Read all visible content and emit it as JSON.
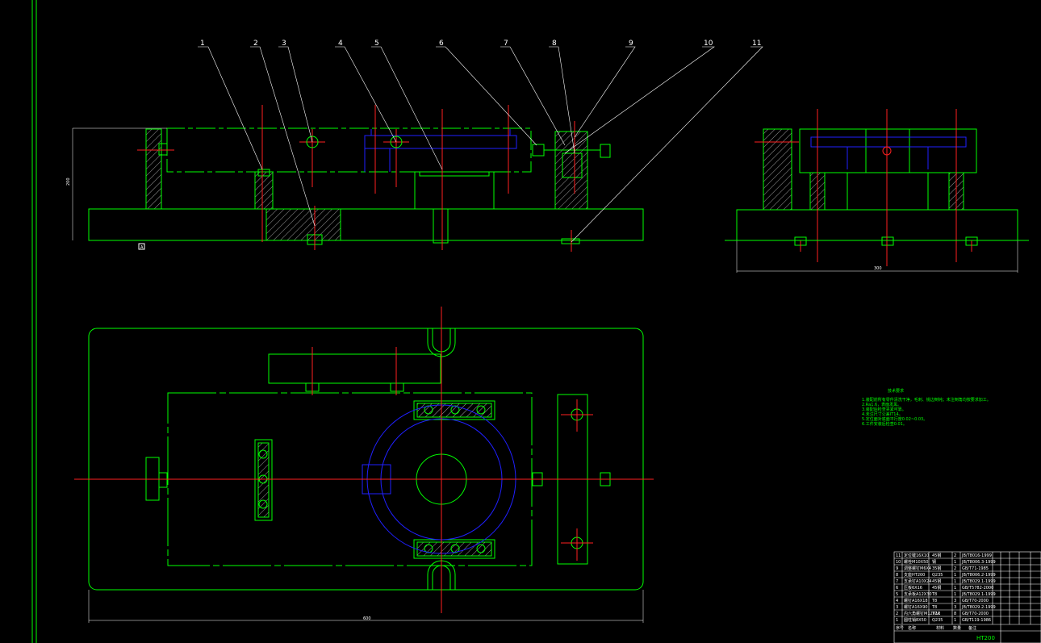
{
  "colors": {
    "background": "#000000",
    "outline": "#00ff00",
    "centerline": "#ff2020",
    "hidden_part": "#2020ff",
    "leader": "#ffffff",
    "note": "#00ff00"
  },
  "balloons": [
    "1",
    "2",
    "3",
    "4",
    "5",
    "6",
    "7",
    "8",
    "9",
    "10",
    "11"
  ],
  "dimensions": {
    "front_height": "200",
    "side_width": "300",
    "plan_width": "600",
    "datum": "A"
  },
  "tech_notes": {
    "heading": "技术要求",
    "lines": [
      "1.装配前所有零件清洗干净，毛刺、锐边倒钝；未注倒角均按要求加工。",
      "2.Ra1.6，表面发黑。",
      "3.装配后检查夹紧可靠。",
      "4.未注尺寸公差IT14。",
      "5.定位面对底面平行度0.02~0.03。",
      "6.工件安装后检查0.01。"
    ]
  },
  "parts_list": {
    "rows": [
      {
        "no": "11",
        "name": "定位键16X10",
        "material": "45钢",
        "qty": "2",
        "std": "JB/T8016-1999"
      },
      {
        "no": "10",
        "name": "螺栓M10X50",
        "material": "钢",
        "qty": "1",
        "std": "JB/T8006.3-1999"
      },
      {
        "no": "9",
        "name": "调整螺钉M6X4",
        "material": "35钢",
        "qty": "2",
        "std": "GB/T71-1985"
      },
      {
        "no": "8",
        "name": "支座HT200",
        "material": "Q235",
        "qty": "1",
        "std": "JB/T8006.2-1999"
      },
      {
        "no": "7",
        "name": "支承钉A10X24",
        "material": "45钢",
        "qty": "1",
        "std": "JB/T8029.1-1999"
      },
      {
        "no": "6",
        "name": "压板6X16",
        "material": "45钢",
        "qty": "1",
        "std": "GB/T5782-2000"
      },
      {
        "no": "5",
        "name": "支承板A12X30",
        "material": "T8",
        "qty": "1",
        "std": "JB/T8029.1-1999"
      },
      {
        "no": "4",
        "name": "螺钉A16X18",
        "material": "T8",
        "qty": "3",
        "std": "GB/T70-2000"
      },
      {
        "no": "3",
        "name": "螺钉A16X90",
        "material": "T8",
        "qty": "3",
        "std": "JB/T8029.2-1999"
      },
      {
        "no": "2",
        "name": "内六角螺钉M12X12",
        "material": "T7A",
        "qty": "8",
        "std": "GB/T70-2000"
      },
      {
        "no": "1",
        "name": "圆柱销8X50",
        "material": "Q235",
        "qty": "1",
        "std": "GB/T119-1986"
      }
    ],
    "header": [
      "序号",
      "名称",
      "材料",
      "数量",
      "备注"
    ],
    "title": "HT200"
  }
}
